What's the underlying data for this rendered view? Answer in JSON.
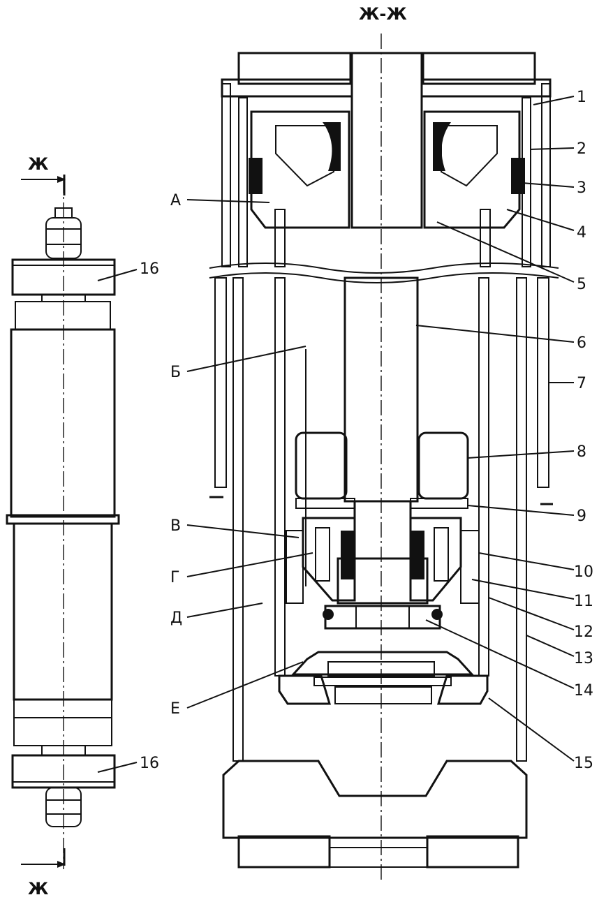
{
  "section": {
    "title": "Ж-Ж",
    "cut_mark_top": "Ж",
    "cut_mark_bottom": "Ж"
  },
  "callouts": {
    "numbers": [
      "1",
      "2",
      "3",
      "4",
      "5",
      "6",
      "7",
      "8",
      "9",
      "10",
      "11",
      "12",
      "13",
      "14",
      "15"
    ],
    "letters": [
      "А",
      "Б",
      "В",
      "Г",
      "Д",
      "Е"
    ],
    "side_view": [
      "16",
      "16"
    ]
  },
  "colors": {
    "ink": "#111111",
    "paper": "#ffffff"
  }
}
